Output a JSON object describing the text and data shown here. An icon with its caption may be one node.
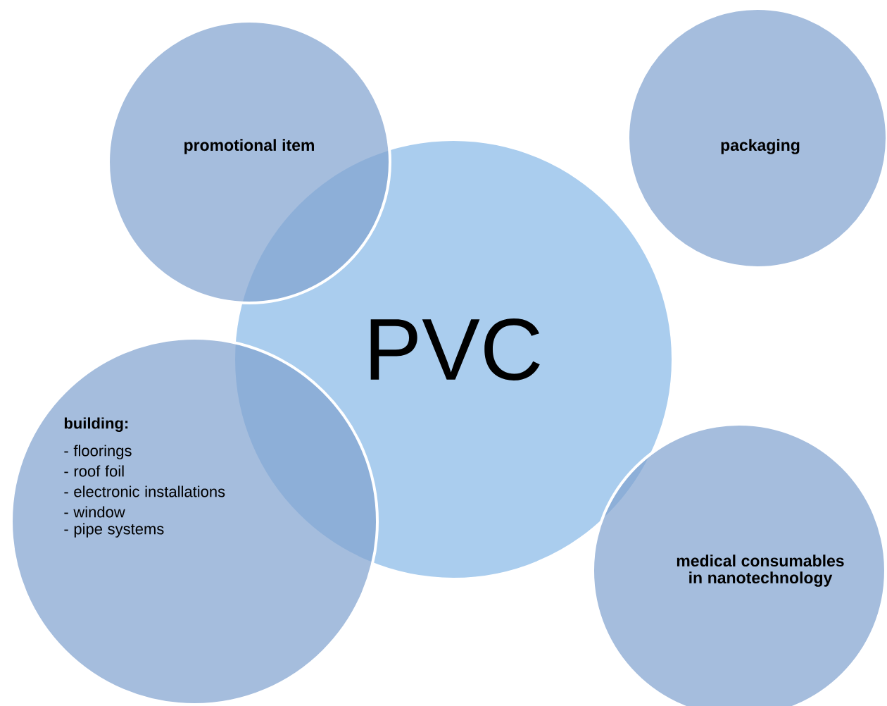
{
  "diagram": {
    "nodes": [
      {
        "text": [
          "PVC"
        ]
      },
      {
        "text": [
          "promotional item"
        ]
      },
      {
        "text": [
          "packaging"
        ]
      },
      {
        "text": [
          "building:",
          "- floorings",
          "- roof foil",
          "- electronic installations",
          "- window",
          "- pipe systems"
        ]
      },
      {
        "text": [
          "medical consumables in nanotechnology"
        ]
      }
    ]
  }
}
